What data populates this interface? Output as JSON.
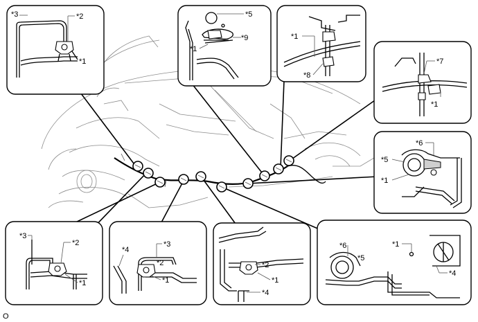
{
  "figure_id": "O",
  "callouts": {
    "c1": "*1",
    "c2": "*2",
    "c3": "*3",
    "c4": "*4",
    "c5": "*5",
    "c6": "*6",
    "c7": "*7",
    "c8": "*8",
    "c9": "*9"
  },
  "colors": {
    "line": "#000000",
    "ghost": "#8a8a8a",
    "background": "#ffffff",
    "fill": "#cfcfcf"
  }
}
